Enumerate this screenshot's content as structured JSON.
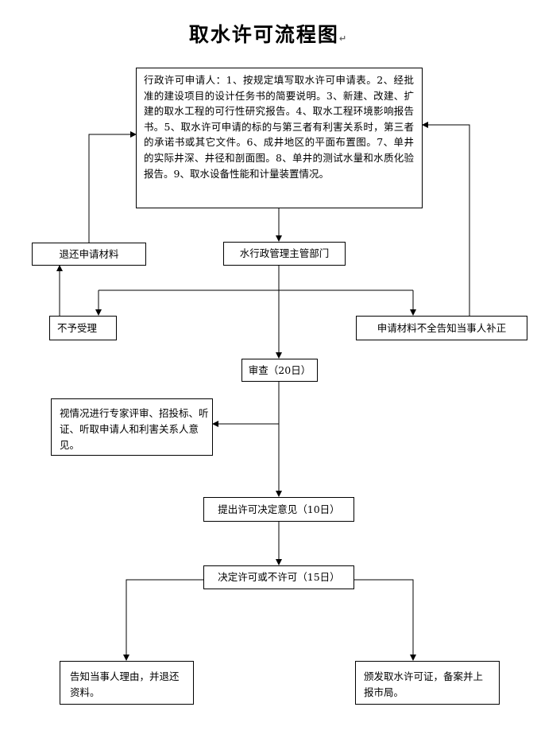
{
  "title": "取水许可流程图",
  "nodes": {
    "applicant": "行政许可申请人：1、按规定填写取水许可申请表。2、经批准的建设项目的设计任务书的简要说明。3、新建、改建、扩建的取水工程的可行性研究报告。4、取水工程环境影响报告书。5、取水许可申请的标的与第三者有利害关系时，第三者的承诺书或其它文件。6、成井地区的平面布置图。7、单井的实际井深、井径和剖面图。8、单井的测试水量和水质化验报告。9、取水设备性能和计量装置情况。",
    "return_materials": "退还申请材料",
    "water_dept": "水行政管理主管部门",
    "not_accepted": "不予受理",
    "supplement": "申请材料不全告知当事人补正",
    "review": "审查（20日）",
    "expert_review": "视情况进行专家评审、招投标、听证、听取申请人和利害关系人意见。",
    "proposal": "提出许可决定意见（10日）",
    "decision": "决定许可或不许可（15日）",
    "reject_notice": "告知当事人理由，并退还资料。",
    "issue_permit": "颁发取水许可证，备案并上报市局。"
  }
}
